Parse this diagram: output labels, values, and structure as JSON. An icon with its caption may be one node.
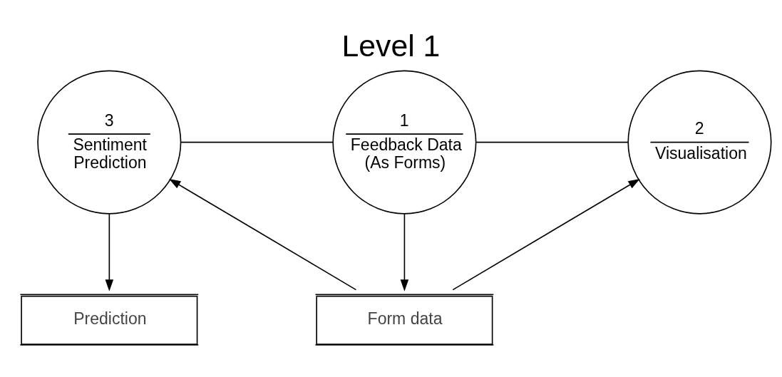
{
  "diagram": {
    "title": "Level 1",
    "nodes": [
      {
        "text": [
          "3",
          "Sentiment Prediction"
        ]
      },
      {
        "text": [
          "1",
          "Feedback Data (As Forms)"
        ]
      },
      {
        "text": [
          "2",
          "Visualisation"
        ]
      },
      {
        "text": [
          "Prediction"
        ]
      },
      {
        "text": [
          "Form data"
        ]
      }
    ],
    "edges": [
      {
        "from": 0,
        "to": 1,
        "arrow": "none"
      },
      {
        "from": 1,
        "to": 2,
        "arrow": "none"
      },
      {
        "from": 0,
        "to": 3,
        "arrow": "to"
      },
      {
        "from": 4,
        "to": 0,
        "arrow": "to"
      },
      {
        "from": 1,
        "to": 4,
        "arrow": "to"
      },
      {
        "from": 4,
        "to": 2,
        "arrow": "to"
      }
    ]
  }
}
